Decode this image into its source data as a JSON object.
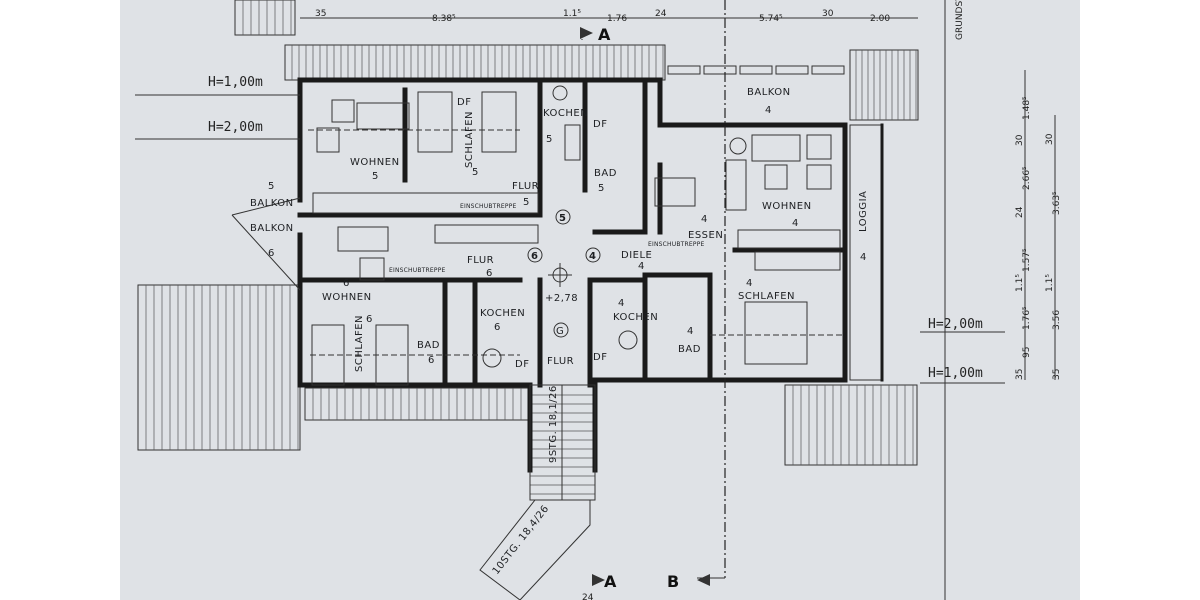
{
  "dimensions": {
    "top": [
      "35",
      "8.38⁵",
      "1.1⁵",
      "1.76",
      "24",
      "5.74⁵",
      "30",
      "2.00"
    ],
    "right_outer": [
      "1.48⁵",
      "30",
      "2.66⁵",
      "24",
      "1.57⁵",
      "1.1⁵",
      "1.76⁵",
      "95",
      "35"
    ],
    "right_inner": [
      "30",
      "3.63⁵",
      "1.1⁵",
      "3.56",
      "35"
    ],
    "bottom": "24"
  },
  "heights": {
    "h1": "H=1,00m",
    "h2": "H=2,00m"
  },
  "site_label": "GRUNDST",
  "sections": {
    "a": "A",
    "b": "B"
  },
  "unit5": {
    "number": "5",
    "wohnen": "WOHNEN",
    "schlafen": "SCHLAFEN",
    "kochen": "KOCHEN",
    "bad": "BAD",
    "df": "DF",
    "flur": "FLUR",
    "einschubtreppe": "EINSCHUBTREPPE",
    "balkon": "BALKON"
  },
  "unit6": {
    "number": "6",
    "wohnen": "WOHNEN",
    "schlafen": "SCHLAFEN",
    "kochen": "KOCHEN",
    "bad": "BAD",
    "df": "DF",
    "flur": "FLUR",
    "einschubtreppe": "EINSCHUBTREPPE",
    "balkon": "BALKON"
  },
  "unit4": {
    "number": "4",
    "wohnen": "WOHNEN",
    "essen": "ESSEN",
    "schlafen": "SCHLAFEN",
    "kochen": "KOCHEN",
    "bad": "BAD",
    "df": "DF",
    "diele": "DIELE",
    "einschubtreppe": "EINSCHUBTREPPE",
    "balkon": "BALKON",
    "loggia": "LOGGIA"
  },
  "stairwell": {
    "level": "+2,78",
    "code": "G",
    "flur": "FLUR",
    "stair_upper": "9STG. 18,1/26",
    "stair_lower": "10STG. 18,4/26"
  },
  "colors": {
    "paper": "#dfe2e6",
    "ink": "#1a1a1a",
    "margin": "#ffffff"
  }
}
